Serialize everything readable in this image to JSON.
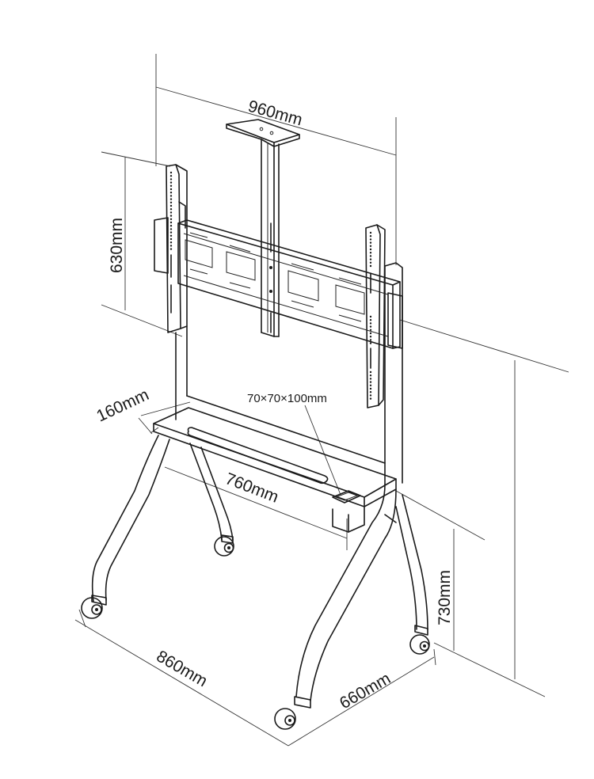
{
  "dimensions": {
    "width_top": "960mm",
    "mount_height": "630mm",
    "shelf_depth": "160mm",
    "box_size": "70×70×100mm",
    "shelf_width": "760mm",
    "shelf_height": "730mm",
    "base_width": "860mm",
    "base_depth": "660mm"
  },
  "colors": {
    "line": "#1a1a1a",
    "background": "#ffffff"
  }
}
